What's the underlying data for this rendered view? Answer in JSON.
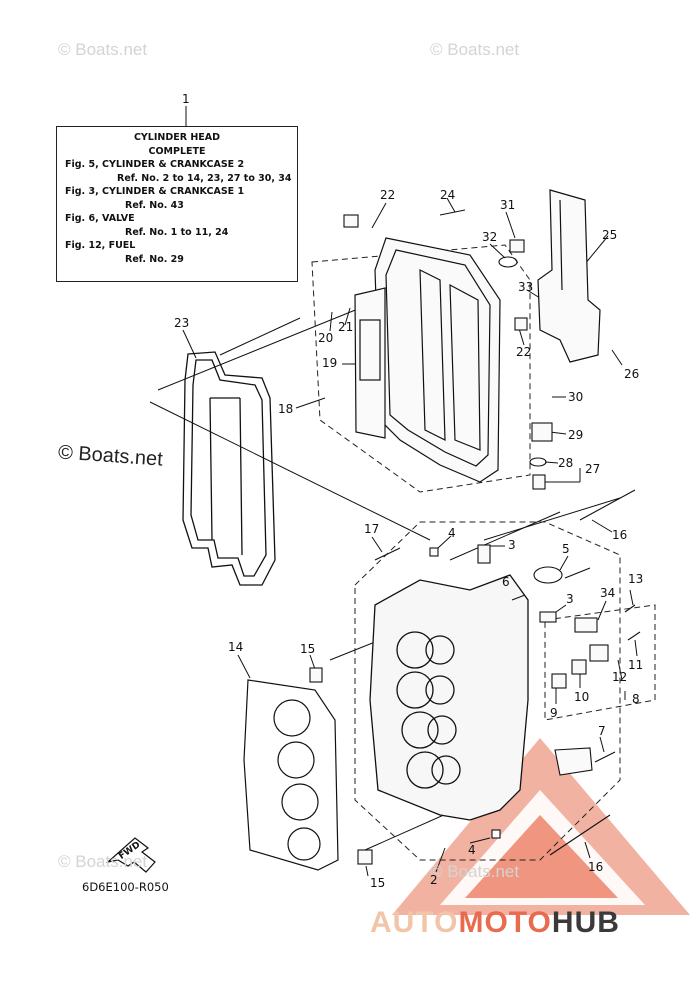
{
  "watermarks": {
    "top_left": "© Boats.net",
    "top_right": "© Boats.net",
    "mid_left": "© Boats.net",
    "bottom_left": "© Boats.net",
    "bottom_mid": "© Boats.net"
  },
  "legend": {
    "ref": "1",
    "title_line1": "CYLINDER HEAD",
    "title_line2": "COMPLETE",
    "lines": [
      {
        "kind": "line",
        "text": "Fig. 5, CYLINDER & CRANKCASE 2"
      },
      {
        "kind": "sub",
        "text": "Ref. No. 2 to 14, 23, 27 to 30, 34"
      },
      {
        "kind": "line",
        "text": "Fig. 3, CYLINDER & CRANKCASE 1"
      },
      {
        "kind": "sub2",
        "text": "Ref. No. 43"
      },
      {
        "kind": "line",
        "text": "Fig. 6, VALVE"
      },
      {
        "kind": "sub2",
        "text": "Ref. No. 1 to 11, 24"
      },
      {
        "kind": "line",
        "text": "Fig. 12, FUEL"
      },
      {
        "kind": "sub2",
        "text": "Ref. No. 29"
      }
    ]
  },
  "callouts": {
    "c22a": "22",
    "c24": "24",
    "c31": "31",
    "c32": "32",
    "c25": "25",
    "c33": "33",
    "c21": "21",
    "c20": "20",
    "c22b": "22",
    "c26": "26",
    "c23": "23",
    "c19": "19",
    "c18": "18",
    "c30": "30",
    "c29": "29",
    "c28": "28",
    "c27": "27",
    "c16a": "16",
    "c17": "17",
    "c4a": "4",
    "c3a": "3",
    "c5": "5",
    "c6": "6",
    "c3b": "3",
    "c34": "34",
    "c13": "13",
    "c14": "14",
    "c15a": "15",
    "c11": "11",
    "c12": "12",
    "c10": "10",
    "c9": "9",
    "c8": "8",
    "c7": "7",
    "c4b": "4",
    "c2": "2",
    "c16b": "16",
    "c15b": "15"
  },
  "fwd_label": "FWD",
  "diagram_code": "6D6E100-R050",
  "brand": {
    "part1": "AUTO",
    "part2": "MOTO",
    "part3": "HUB"
  }
}
